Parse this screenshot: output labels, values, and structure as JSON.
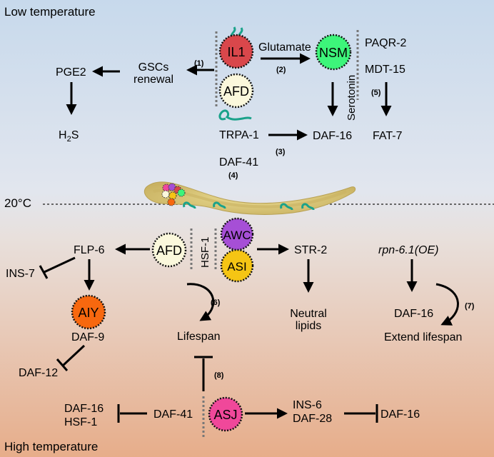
{
  "regions": {
    "top": "Low temperature",
    "middle": "20°C",
    "bottom": "High temperature"
  },
  "neurons": {
    "il1": "IL1",
    "afd_top": "AFD",
    "nsm": "NSM",
    "afd_mid": "AFD",
    "awc": "AWC",
    "asi": "ASI",
    "aiy": "AIY",
    "asj": "ASJ"
  },
  "labels": {
    "pge2": "PGE2",
    "gscs_line1": "GSCs",
    "gscs_line2": "renewal",
    "h2s_main": "H",
    "h2s_sub": "2",
    "h2s_tail": "S",
    "glutamate": "Glutamate",
    "paqr2": "PAQR-2",
    "mdt15": "MDT-15",
    "serotonin": "Serotonin",
    "trpa1": "TRPA-1",
    "daf16_top": "DAF-16",
    "fat7": "FAT-7",
    "daf41_top": "DAF-41",
    "flp6": "FLP-6",
    "ins7": "INS-7",
    "hsf1_vert": "HSF-1",
    "str2": "STR-2",
    "rpn": "rpn-6.1(OE)",
    "daf9": "DAF-9",
    "daf12": "DAF-12",
    "lifespan": "Lifespan",
    "neutral_line1": "Neutral",
    "neutral_line2": "lipids",
    "daf16_right": "DAF-16",
    "extend": "Extend lifespan",
    "daf16_bl": "DAF-16",
    "hsf1_bl": "HSF-1",
    "daf41_bottom": "DAF-41",
    "ins6": "INS-6",
    "daf28": "DAF-28",
    "daf16_br": "DAF-16"
  },
  "steps": {
    "s1": "(1)",
    "s2": "(2)",
    "s3": "(3)",
    "s4": "(4)",
    "s5": "(5)",
    "s6": "(6)",
    "s7": "(7)",
    "s8": "(8)"
  },
  "colors": {
    "il1": "#d9474b",
    "afd": "#fbf8dc",
    "nsm": "#3df57a",
    "awc": "#a64fd6",
    "asi": "#f5c514",
    "aiy": "#f7680f",
    "asj": "#f0489a",
    "cilia": "#1aa28a",
    "worm": "#ddc97a"
  }
}
